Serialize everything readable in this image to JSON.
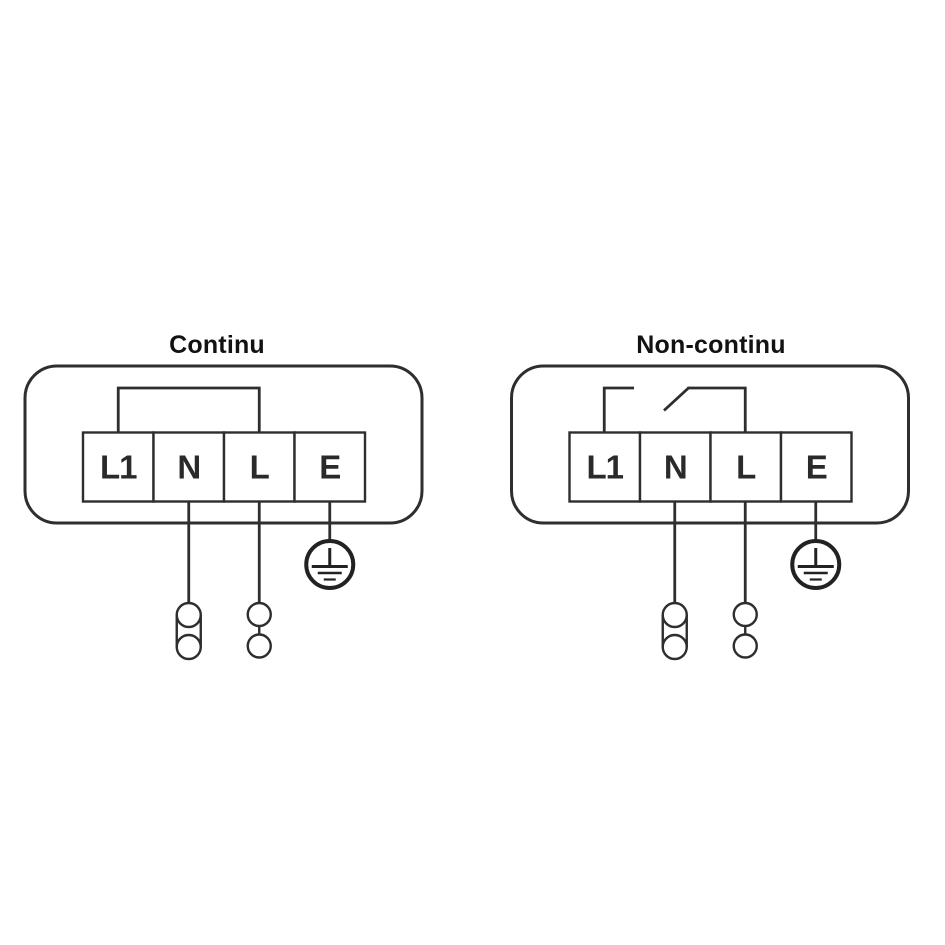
{
  "colors": {
    "background": "#ffffff",
    "line": "#2e2e2e",
    "terminal_label": "#2a2a2a",
    "title": "#121212"
  },
  "diagrams": [
    {
      "title": "Continu",
      "mode": "continuous-jumper",
      "terminals": [
        "L1",
        "N",
        "L",
        "E"
      ]
    },
    {
      "title": "Non-continu",
      "mode": "switched-jumper",
      "terminals": [
        "L1",
        "N",
        "L",
        "E"
      ]
    }
  ]
}
